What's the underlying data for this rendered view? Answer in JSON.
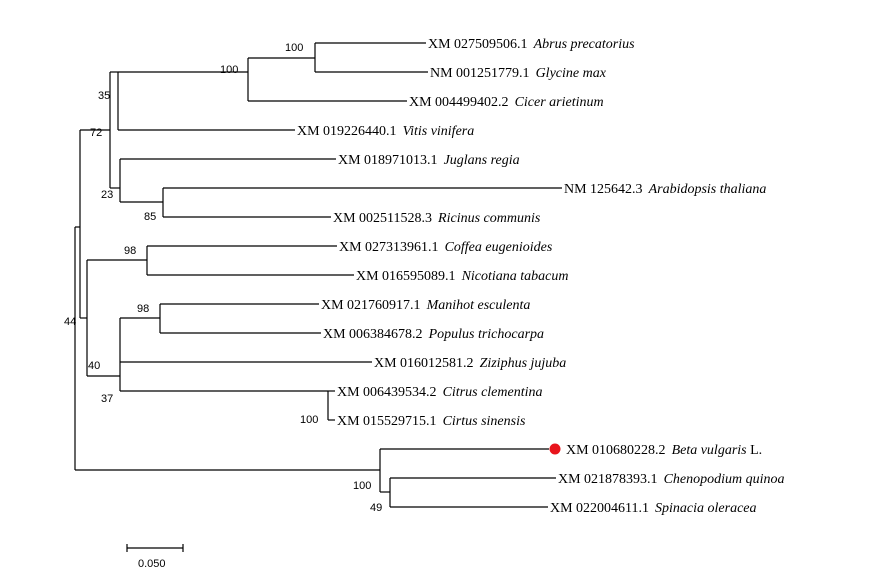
{
  "tree": {
    "taxa": [
      {
        "accession": "XM 027509506.1",
        "species": "Abrus precatorius",
        "suffix": ""
      },
      {
        "accession": "NM 001251779.1",
        "species": "Glycine max",
        "suffix": ""
      },
      {
        "accession": "XM 004499402.2",
        "species": "Cicer arietinum",
        "suffix": ""
      },
      {
        "accession": "XM 019226440.1",
        "species": "Vitis vinifera",
        "suffix": ""
      },
      {
        "accession": "XM 018971013.1",
        "species": "Juglans regia",
        "suffix": ""
      },
      {
        "accession": "NM 125642.3",
        "species": "Arabidopsis thaliana",
        "suffix": ""
      },
      {
        "accession": "XM 002511528.3",
        "species": "Ricinus communis",
        "suffix": ""
      },
      {
        "accession": "XM 027313961.1",
        "species": "Coffea eugenioides",
        "suffix": ""
      },
      {
        "accession": "XM 016595089.1",
        "species": "Nicotiana tabacum",
        "suffix": ""
      },
      {
        "accession": "XM 021760917.1",
        "species": "Manihot esculenta",
        "suffix": ""
      },
      {
        "accession": "XM 006384678.2",
        "species": "Populus trichocarpa",
        "suffix": ""
      },
      {
        "accession": "XM 016012581.2",
        "species": "Ziziphus jujuba",
        "suffix": ""
      },
      {
        "accession": "XM 006439534.2",
        "species": "Citrus clementina",
        "suffix": ""
      },
      {
        "accession": "XM 015529715.1",
        "species": "Cirtus sinensis",
        "suffix": ""
      },
      {
        "accession": "XM 010680228.2",
        "species": "Beta vulgaris",
        "suffix": " L.",
        "highlighted": true
      },
      {
        "accession": "XM 021878393.1",
        "species": "Chenopodium quinoa",
        "suffix": ""
      },
      {
        "accession": "XM 022004611.1",
        "species": "Spinacia oleracea",
        "suffix": ""
      }
    ],
    "bootstrap": [
      "100",
      "100",
      "35",
      "72",
      "23",
      "85",
      "98",
      "98",
      "40",
      "37",
      "100",
      "44",
      "100",
      "49"
    ],
    "scale_bar": "0.050",
    "highlight_color": "#e8141c"
  }
}
